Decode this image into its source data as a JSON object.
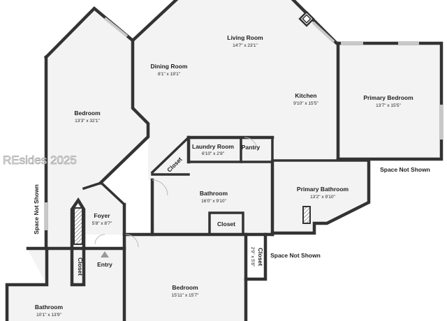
{
  "watermark": "REsides 2025",
  "rooms": {
    "living": {
      "name": "Living Room",
      "size": "14'7\" x 23'1\""
    },
    "dining": {
      "name": "Dining Room",
      "size": "8'1\" x 19'1\""
    },
    "kitchen": {
      "name": "Kitchen",
      "size": "9'10\" x 15'5\""
    },
    "primary_bedroom": {
      "name": "Primary Bedroom",
      "size": "13'7\" x 15'5\""
    },
    "bedroom_left": {
      "name": "Bedroom",
      "size": "13'3\" x 32'1\""
    },
    "laundry": {
      "name": "Laundry Room",
      "size": "6'10\" x 2'8\""
    },
    "pantry": {
      "name": "Pantry"
    },
    "closet_diag": {
      "name": "Closet"
    },
    "bathroom_center": {
      "name": "Bathroom",
      "size": "16'0\" x 9'10\""
    },
    "closet_center": {
      "name": "Closet"
    },
    "primary_bathroom": {
      "name": "Primary Bathroom",
      "size": "13'2\" x 9'10\""
    },
    "foyer": {
      "name": "Foyer",
      "size": "5'8\" x 8'7\""
    },
    "entry": {
      "name": "Entry"
    },
    "closet_left": {
      "name": "Closet"
    },
    "closet_right": {
      "name": "Closet",
      "size": "2'9\" x 5'8\""
    },
    "bedroom_bottom": {
      "name": "Bedroom",
      "size": "15'11\" x 15'7\""
    },
    "bathroom_bottom": {
      "name": "Bathroom",
      "size": "10'1\" x 13'9\""
    }
  },
  "notes": {
    "right_top": "Space Not Shown",
    "left_vertical": "Space Not Shown",
    "right_middle": "Space Not Shown"
  }
}
